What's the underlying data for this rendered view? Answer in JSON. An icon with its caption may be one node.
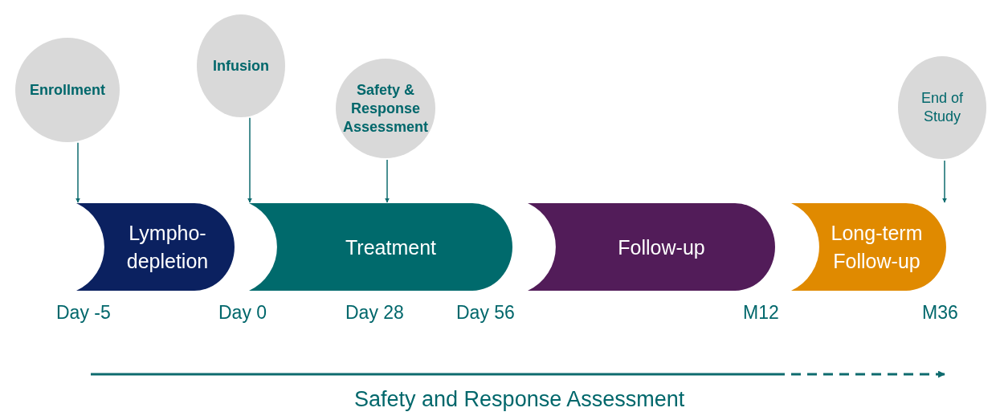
{
  "diagram": {
    "nodes": [
      {
        "text": [
          "Enrollment"
        ]
      },
      {
        "text": [
          "Infusion"
        ]
      },
      {
        "text": [
          "Safety & Response Assessment"
        ]
      },
      {
        "text": [
          "End of Study"
        ]
      },
      {
        "text": [
          "Lympho- depletion"
        ]
      },
      {
        "text": [
          "Treatment"
        ]
      },
      {
        "text": [
          "Follow-up"
        ]
      },
      {
        "text": [
          "Long-term Follow-up"
        ]
      }
    ],
    "edges": [
      {
        "from": 0,
        "to": 4,
        "arrow": "to"
      },
      {
        "from": 1,
        "to": 5,
        "arrow": "to"
      },
      {
        "from": 2,
        "to": 5,
        "arrow": "to"
      },
      {
        "from": 3,
        "to": 7,
        "arrow": "to"
      }
    ],
    "labels": [
      "Day -5",
      "Day 0",
      "Day 28",
      "Day 56",
      "M12",
      "M36",
      "Safety and Response Assessment"
    ]
  }
}
